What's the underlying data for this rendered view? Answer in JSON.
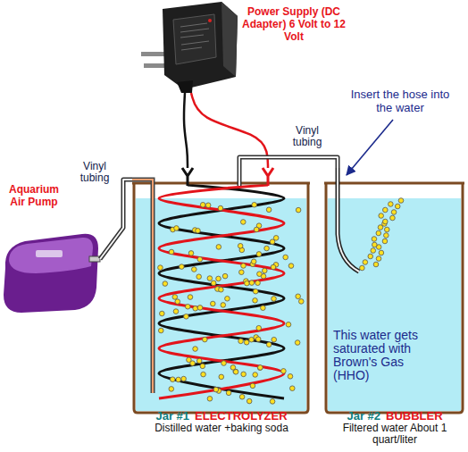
{
  "diagram": {
    "nodes": [
      {
        "text": [
          "Power Supply (DC Adapter) 6 Volt to 12 Volt"
        ]
      },
      {
        "text": [
          "Aquarium Air Pump"
        ]
      },
      {
        "text": [
          "Jar #1",
          "ELECTROLYZER",
          "Distilled water +baking soda"
        ]
      },
      {
        "text": [
          "This water gets saturated with Brown's Gas (HHO)",
          "Jar #2",
          "BUBBLER",
          "Filtered water About 1 quart/liter"
        ]
      }
    ],
    "edges": [
      {
        "from": 0,
        "to": 2,
        "arrow": "none"
      },
      {
        "from": 0,
        "to": 2,
        "arrow": "none"
      },
      {
        "from": 1,
        "to": 2,
        "label": "Vinyl tubing",
        "arrow": "none"
      },
      {
        "from": 2,
        "to": 3,
        "label": "Vinyl tubing",
        "arrow": "none"
      }
    ],
    "labels": [
      "Insert the hose into the water"
    ]
  }
}
